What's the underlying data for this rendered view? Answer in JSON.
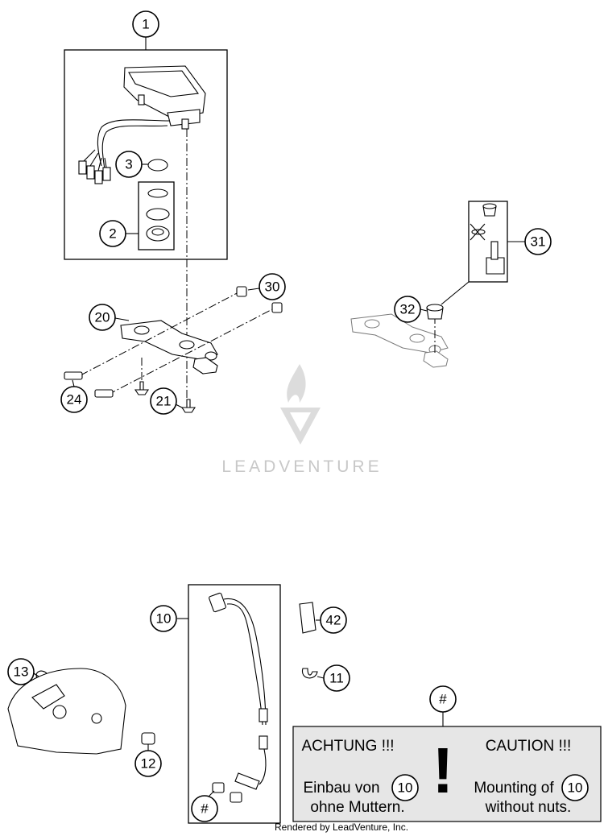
{
  "callouts": [
    {
      "id": "c1",
      "label": "1"
    },
    {
      "id": "c2",
      "label": "2"
    },
    {
      "id": "c3",
      "label": "3"
    },
    {
      "id": "c10",
      "label": "10"
    },
    {
      "id": "c11",
      "label": "11"
    },
    {
      "id": "c12",
      "label": "12"
    },
    {
      "id": "c13",
      "label": "13"
    },
    {
      "id": "c20",
      "label": "20"
    },
    {
      "id": "c21",
      "label": "21"
    },
    {
      "id": "c24",
      "label": "24"
    },
    {
      "id": "c30",
      "label": "30"
    },
    {
      "id": "c31",
      "label": "31"
    },
    {
      "id": "c32",
      "label": "32"
    },
    {
      "id": "c42",
      "label": "42"
    },
    {
      "id": "hash1",
      "label": "#"
    },
    {
      "id": "hash2",
      "label": "#"
    }
  ],
  "watermark": {
    "text": "LEADVENTURE"
  },
  "note": {
    "left_heading": "ACHTUNG !!!",
    "right_heading": "CAUTION !!!",
    "left_line1": "Einbau von",
    "left_ref": "10",
    "left_line2": "ohne Muttern.",
    "right_line1": "Mounting of",
    "right_ref": "10",
    "right_line2": "without nuts.",
    "exclamation": "!",
    "background_color": "#e6e6e6"
  },
  "footer": {
    "text": "Rendered by LeadVenture, Inc."
  }
}
